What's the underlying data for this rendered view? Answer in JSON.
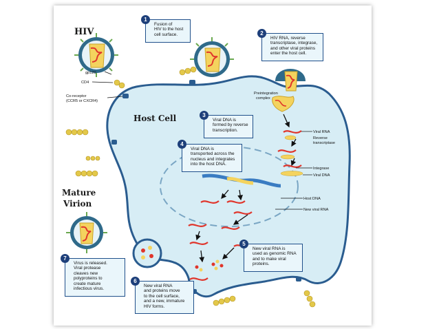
{
  "titles": {
    "hiv": "HIV",
    "host_cell": "Host Cell",
    "mature_virion": [
      "Mature",
      "Virion"
    ]
  },
  "labels": {
    "gp120": "gp120",
    "cd4": "CD4",
    "coreceptor": [
      "Co-receptor",
      "(CCR5 or CXCR4)"
    ],
    "preintegration": [
      "Preintegration",
      "complex"
    ],
    "viral_rna": "Viral RNA",
    "reverse_transcriptase": [
      "Reverse",
      "transcriptase"
    ],
    "integrase": "Integrase",
    "viral_dna": "Viral DNA",
    "host_dna": "Host DNA",
    "new_viral_rna": "New viral RNA"
  },
  "steps": [
    {
      "num": "1",
      "lines": [
        "Fusion of",
        "HIV to the host",
        "cell surface."
      ]
    },
    {
      "num": "2",
      "lines": [
        "HIV RNA, reverse",
        "transcriptase, integrase,",
        "and other viral proteins",
        "enter the host cell."
      ]
    },
    {
      "num": "3",
      "lines": [
        "Viral DNA is",
        "formed by reverse",
        "transcription."
      ]
    },
    {
      "num": "4",
      "lines": [
        "Viral DNA is",
        "transported across the",
        "nucleus and integrates",
        "into the host DNA."
      ]
    },
    {
      "num": "5",
      "lines": [
        "New viral RNA is",
        "used as genomic RNA",
        "and to make viral",
        "proteins."
      ]
    },
    {
      "num": "6",
      "lines": [
        "New viral RNA",
        "and proteins move",
        "to the cell surface,",
        "and a new, immature",
        "HIV forms."
      ]
    },
    {
      "num": "7",
      "lines": [
        "Virus is released.",
        "Viral protease",
        "cleaves new",
        "polyproteins to",
        "create mature",
        "infectious virus."
      ]
    }
  ],
  "colors": {
    "cell_fill": "#d7edf5",
    "membrane": "#2a5c8f",
    "virus_shell": "#2f6a8a",
    "virus_spikes": "#6aa84f",
    "capsid": "#f4d35e",
    "rna": "#e0352b",
    "box_fill": "#eaf6fb",
    "step_badge": "#1d3f7a"
  }
}
